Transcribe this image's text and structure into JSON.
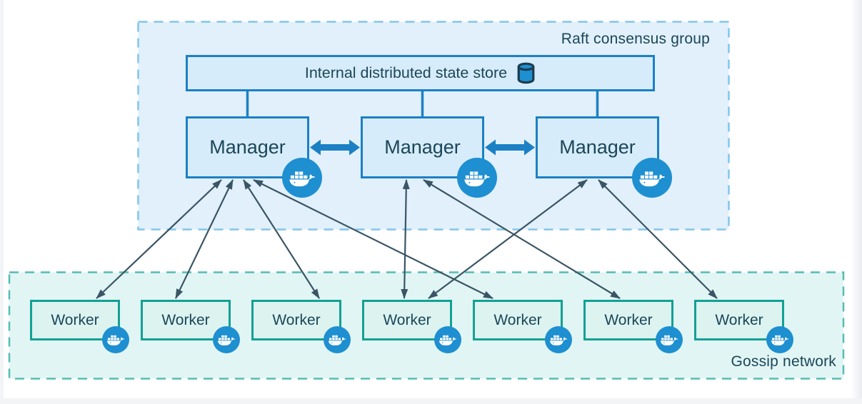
{
  "raft_group": {
    "label": "Raft consensus group"
  },
  "state_store": {
    "label": "Internal distributed state store",
    "icon": "database-cylinder-icon"
  },
  "managers": [
    {
      "label": "Manager"
    },
    {
      "label": "Manager"
    },
    {
      "label": "Manager"
    }
  ],
  "gossip_group": {
    "label": "Gossip network"
  },
  "workers": [
    {
      "label": "Worker"
    },
    {
      "label": "Worker"
    },
    {
      "label": "Worker"
    },
    {
      "label": "Worker"
    },
    {
      "label": "Worker"
    },
    {
      "label": "Worker"
    },
    {
      "label": "Worker"
    }
  ],
  "icons": {
    "node_badge": "docker-whale-icon",
    "state_store": "database-cylinder-icon"
  },
  "colors": {
    "docker_blue": "#1c80c4",
    "badge_blue": "#1e8fd0",
    "worker_teal": "#13a095",
    "raft_fill": "#e1f0fb",
    "raft_border": "#82c5ea",
    "gossip_fill": "#e1f6f4",
    "gossip_border": "#57bcb4",
    "manager_fill": "#d7ecfa",
    "worker_fill": "#dcf3f0",
    "thin_arrow": "#3a5565",
    "text": "#1b4659"
  },
  "connections": {
    "state_store_links": [
      "manager-0",
      "manager-1",
      "manager-2"
    ],
    "manager_peer_links": [
      {
        "from": "manager-0",
        "to": "manager-1",
        "style": "thick-bidirectional"
      },
      {
        "from": "manager-1",
        "to": "manager-2",
        "style": "thick-bidirectional"
      }
    ],
    "manager_worker_links": [
      {
        "manager": 0,
        "worker": 0
      },
      {
        "manager": 0,
        "worker": 1
      },
      {
        "manager": 0,
        "worker": 2
      },
      {
        "manager": 0,
        "worker": 4
      },
      {
        "manager": 1,
        "worker": 3
      },
      {
        "manager": 1,
        "worker": 5
      },
      {
        "manager": 2,
        "worker": 3
      },
      {
        "manager": 2,
        "worker": 6
      }
    ],
    "manager_worker_style": "thin-bidirectional"
  }
}
